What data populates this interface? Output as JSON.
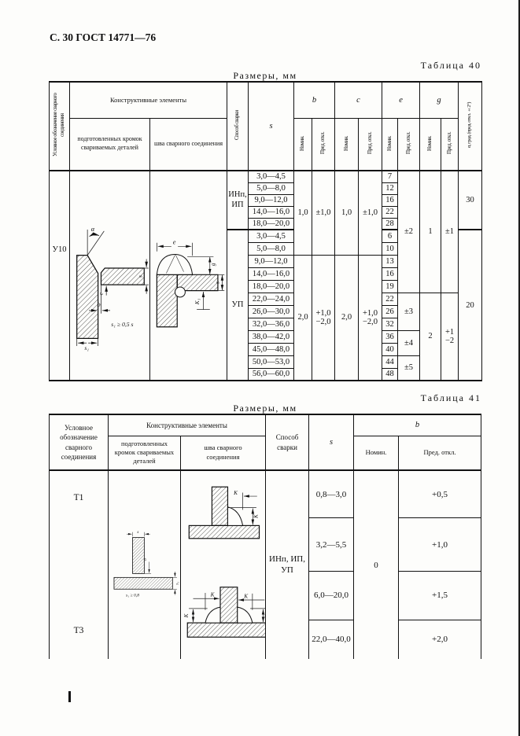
{
  "page": {
    "header_title": "С. 30 ГОСТ 14771—76"
  },
  "table40": {
    "caption": "Таблица 40",
    "units_label": "Размеры, мм",
    "header": {
      "designation": "Условное обозначение сварного соединения",
      "constructive": "Конструктивные элементы",
      "prepared_edges": "подготовленных кромок свариваемых деталей",
      "weld_seam": "шва сварного соединения",
      "method": "Способ сварки",
      "s": "s",
      "b": "b",
      "c": "c",
      "e": "e",
      "g": "g",
      "nominal": "Номин.",
      "deviation": "Пред. откл.",
      "alpha": "α, град. (пред. откл. ±2°)"
    },
    "designation": "У10",
    "method1": "ИНп,\nИП",
    "method2": "УП",
    "s_values": [
      "3,0—4,5",
      "5,0—8,0",
      "9,0—12,0",
      "14,0—16,0",
      "18,0—20,0",
      "3,0—4,5",
      "5,0—8,0",
      "9,0—12,0",
      "14,0—16,0",
      "18,0—20,0",
      "22,0—24,0",
      "26,0—30,0",
      "32,0—36,0",
      "38,0—42,0",
      "45,0—48,0",
      "50,0—53,0",
      "56,0—60,0"
    ],
    "e_nominal": [
      "7",
      "12",
      "16",
      "22",
      "28",
      "6",
      "10",
      "13",
      "16",
      "19",
      "22",
      "26",
      "32",
      "36",
      "40",
      "44",
      "48"
    ],
    "b1_nominal": "1,0",
    "b1_deviation": "±1,0",
    "c1_nominal": "1,0",
    "c1_deviation": "±1,0",
    "b2_nominal": "2,0",
    "b2_deviation": "+1,0\n−2,0",
    "c2_nominal": "2,0",
    "c2_deviation": "+1,0\n−2,0",
    "e_dev1": "±2",
    "e_dev2": "±3",
    "e_dev3": "±4",
    "e_dev4": "±5",
    "g1_nominal": "1",
    "g1_deviation": "±1",
    "g2_nominal": "2",
    "g2_deviation": "+1\n−2",
    "alpha1": "30",
    "alpha2": "20",
    "diagram_prep": {
      "alpha": "α",
      "s": "s",
      "c": "c",
      "b": "b",
      "s1": "s₁",
      "note": "s₁ ≥ 0,5 s"
    },
    "diagram_weld": {
      "e": "e",
      "g": "g",
      "s": "s",
      "k1": "К₁"
    }
  },
  "table41": {
    "caption": "Таблица 41",
    "units_label": "Размеры, мм",
    "header": {
      "designation": "Условное\nобозначение\nсварного\nсоединения",
      "constructive": "Конструктивные элементы",
      "prepared_edges": "подготовленных\nкромок свариваемых\nдеталей",
      "weld_seam": "шва сварного\nсоединения",
      "method": "Способ\nсварки",
      "s": "s",
      "b": "b",
      "nominal": "Номин.",
      "deviation": "Пред. откл."
    },
    "designation1": "Т1",
    "designation2": "Т3",
    "method": "ИНп, ИП,\nУП",
    "b_nominal": "0",
    "rows": [
      {
        "s": "0,8—3,0",
        "deviation": "+0,5"
      },
      {
        "s": "3,2—5,5",
        "deviation": "+1,0"
      },
      {
        "s": "6,0—20,0",
        "deviation": "+1,5"
      },
      {
        "s": "22,0—40,0",
        "deviation": "+2,0"
      }
    ],
    "diagram_prep": {
      "s": "s",
      "b": "b",
      "s1": "s₁",
      "note": "s₁ ≥ 0,8"
    },
    "diagram_weld_t1": {
      "k_top": "К",
      "k_right": "К"
    },
    "diagram_weld_t3": {
      "k_left": "К",
      "k_right": "К",
      "k_side_left": "К",
      "k_side_right": "К"
    }
  }
}
